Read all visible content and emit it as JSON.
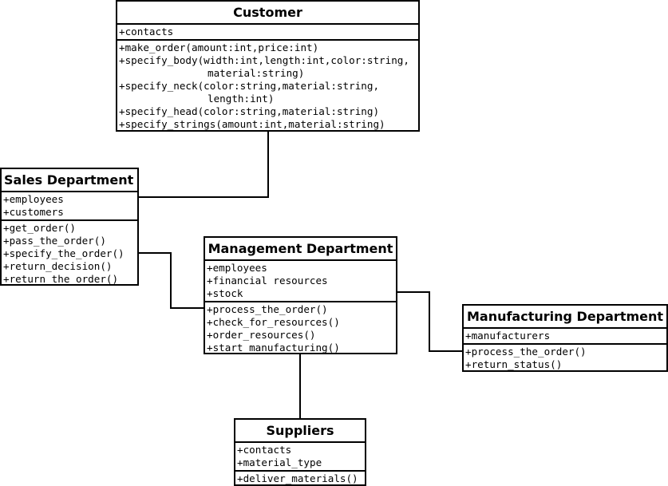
{
  "diagram": {
    "classes": {
      "customer": {
        "name": "Customer",
        "attributes": [
          "+contacts"
        ],
        "operations": [
          "+make_order(amount:int,price:int)",
          "+specify_body(width:int,length:int,color:string,",
          "material:string)",
          "+specify_neck(color:string,material:string,",
          "length:int)",
          "+specify_head(color:string,material:string)",
          "+specify_strings(amount:int,material:string)"
        ]
      },
      "sales": {
        "name": "Sales Department",
        "attributes": [
          "+employees",
          "+customers"
        ],
        "operations": [
          "+get_order()",
          "+pass_the_order()",
          "+specify_the_order()",
          "+return_decision()",
          "+return_the_order()"
        ]
      },
      "management": {
        "name": "Management Department",
        "attributes": [
          "+employees",
          "+financial resources",
          "+stock"
        ],
        "operations": [
          "+process_the_order()",
          "+check_for_resources()",
          "+order_resources()",
          "+start_manufacturing()"
        ]
      },
      "manufacturing": {
        "name": "Manufacturing Department",
        "attributes": [
          "+manufacturers"
        ],
        "operations": [
          "+process_the_order()",
          "+return_status()"
        ]
      },
      "suppliers": {
        "name": "Suppliers",
        "attributes": [
          "+contacts",
          "+material_type"
        ],
        "operations": [
          "+deliver_materials()"
        ]
      }
    },
    "associations": [
      {
        "from": "customer",
        "to": "sales"
      },
      {
        "from": "sales",
        "to": "management"
      },
      {
        "from": "management",
        "to": "manufacturing"
      },
      {
        "from": "management",
        "to": "suppliers"
      }
    ]
  }
}
